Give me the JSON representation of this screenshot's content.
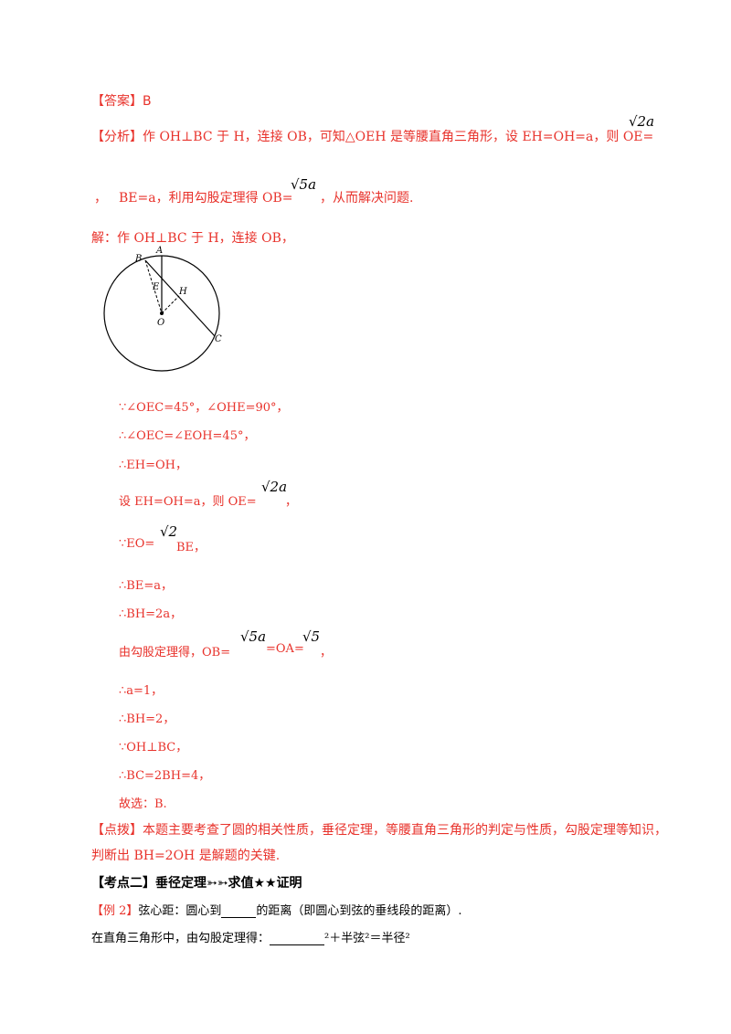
{
  "answer": {
    "label": "【答案】",
    "value": "B"
  },
  "analysis": {
    "label": "【分析】",
    "line1": "作 OH⊥BC 于 H，连接 OB，可知△OEH 是等腰直角三角形，设 EH=OH=a，则 OE=",
    "line2_prefix": "，",
    "line2_mid": "BE=a，利用勾股定理得 OB=",
    "line2_end": "，从而解决问题."
  },
  "math": {
    "sqrt2a": "√2a",
    "sqrt5a": "√5a",
    "sqrt2": "√2",
    "sqrt5": "√5"
  },
  "solution": {
    "intro": "解：作 OH⊥BC 于 H，连接 OB，",
    "steps": [
      "∵∠OEC=45°，∠OHE=90°，",
      "∴∠OEC=∠EOH=45°，",
      "∴EH=OH，",
      "设 EH=OH=a，则 OE=",
      "∵EO=",
      "BE，",
      "∴BE=a，",
      "∴BH=2a，",
      "由勾股定理得，OB=",
      "=OA=",
      "，",
      "∴a=1，",
      "∴BH=2，",
      "∵OH⊥BC，",
      "∴BC=2BH=4，",
      "故选：B."
    ]
  },
  "diagram": {
    "labels": {
      "A": "A",
      "B": "B",
      "C": "C",
      "E": "E",
      "H": "H",
      "O": "O"
    }
  },
  "tip": {
    "label": "【点拨】",
    "line1": "本题主要考查了圆的相关性质，垂径定理，等腰直角三角形的判定与性质，勾股定理等知识，",
    "line2": "判断出 BH=2OH 是解题的关键."
  },
  "section": {
    "title": "【考点二】垂径定理➳➳求值★★证明"
  },
  "example2": {
    "label": "【例 2】",
    "line1_a": "弦心距：圆心到",
    "line1_b": "的距离（即圆心到弦的垂线段的距离）.",
    "line2_a": "在直角三角形中，由勾股定理得：",
    "line2_b": "²＋半弦²＝半径²"
  }
}
